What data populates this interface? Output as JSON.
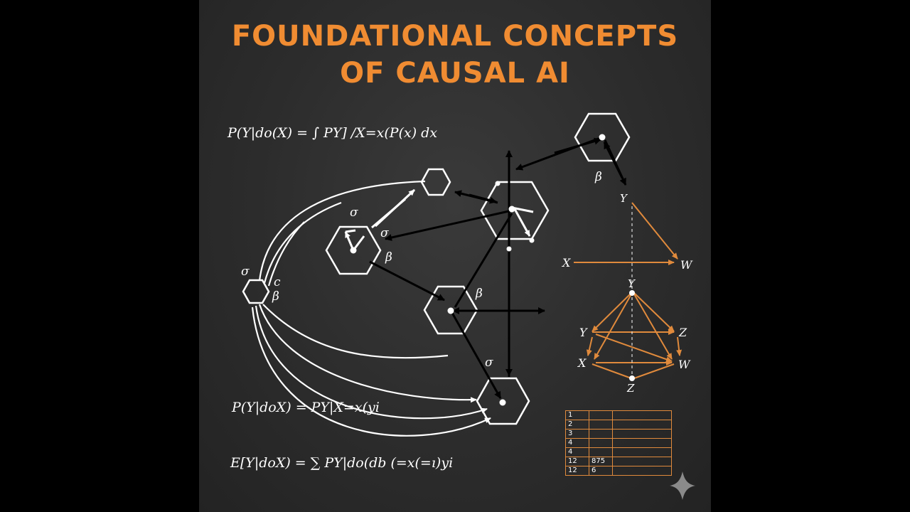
{
  "title": {
    "line1": "FOUNDATIONAL CONCEPTS",
    "line2": "OF CAUSAL AI"
  },
  "equations": {
    "eq1": "P(Y|do(X) = ∫ PY] /X=x(P(x) dx",
    "eq2": "P(Y|doX) = PY|X=x(yi",
    "eq3": "E[Y|doX) = ∑ PY|do(db (=x(=ı)yi"
  },
  "labels": {
    "beta": "β",
    "sigma": "σ",
    "c": "c",
    "Y": "Y",
    "X": "X",
    "W": "W",
    "Z": "Z"
  },
  "table": {
    "rows": [
      [
        "1",
        "",
        ""
      ],
      [
        "2",
        "",
        ""
      ],
      [
        "3",
        "",
        ""
      ],
      [
        "4",
        "",
        ""
      ],
      [
        "4",
        "",
        ""
      ],
      [
        "12",
        "875",
        ""
      ],
      [
        "12",
        "6",
        ""
      ]
    ]
  },
  "colors": {
    "accent": "#f08c32",
    "line": "#ffffff",
    "board": "#2e2e2e"
  },
  "icons": {
    "watermark": "sparkle-icon"
  }
}
